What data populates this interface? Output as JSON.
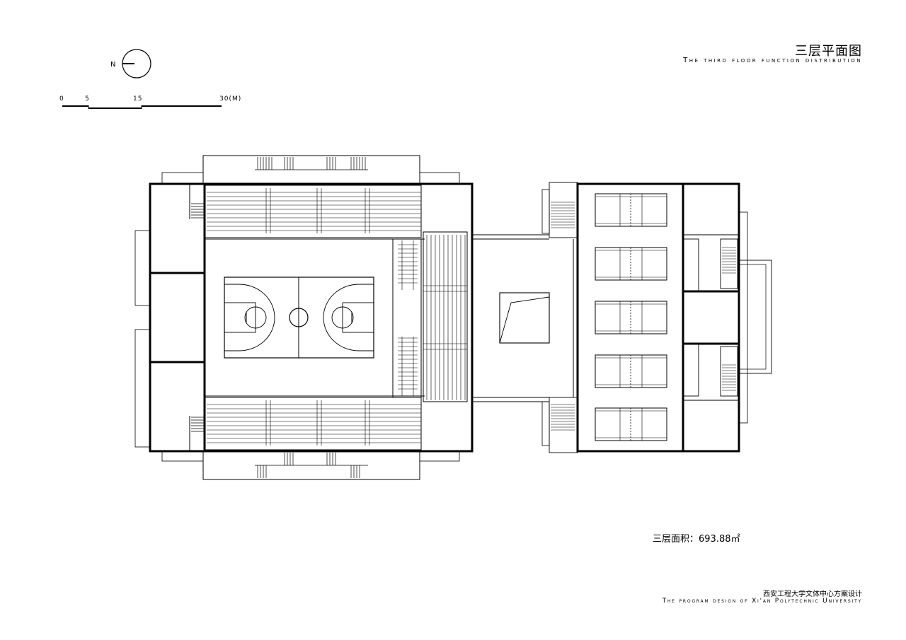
{
  "header": {
    "title_cn": "三层平面图",
    "title_en": "The third floor function distribution"
  },
  "north_arrow": {
    "label": "N"
  },
  "scale_bar": {
    "ticks": [
      "0",
      "5",
      "15",
      "30(M)"
    ]
  },
  "area": {
    "label": "三层面积：693.88㎡"
  },
  "footer": {
    "project_cn": "西安工程大学文体中心方案设计",
    "project_en": "The program design of Xi'an Polytechnic University"
  },
  "colors": {
    "line": "#000000",
    "background": "#ffffff"
  }
}
